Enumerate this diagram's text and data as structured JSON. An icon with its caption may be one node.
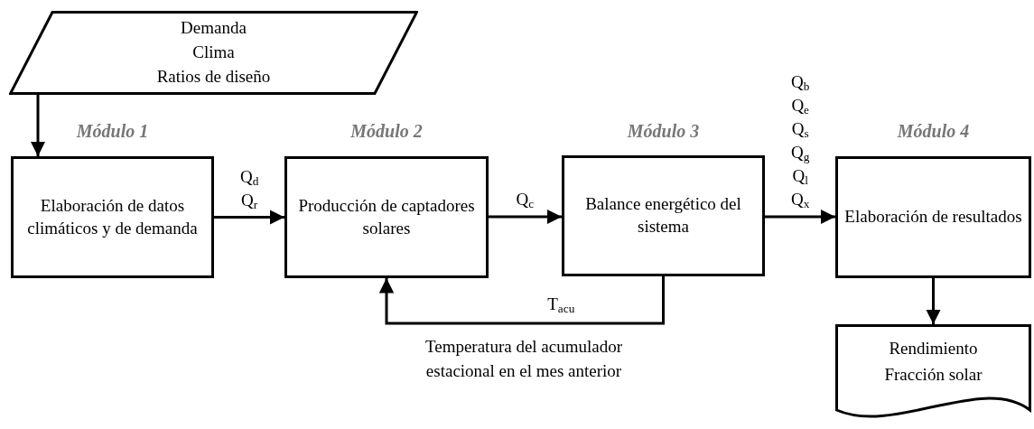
{
  "diagram": {
    "nodes": [
      {
        "text": [
          "Demanda",
          "Clima",
          "Ratios de diseño"
        ]
      },
      {
        "text": [
          "Módulo 1",
          "Elaboración de datos climáticos y de demanda"
        ]
      },
      {
        "text": [
          "Módulo 2",
          "Producción de captadores solares"
        ]
      },
      {
        "text": [
          "Módulo 3",
          "Balance energético del sistema"
        ]
      },
      {
        "text": [
          "Módulo 4",
          "Elaboración de resultados"
        ]
      },
      {
        "text": [
          "Rendimiento",
          "Fracción solar"
        ]
      }
    ],
    "edges": [
      {
        "from": 0,
        "to": 1,
        "arrow": "to"
      },
      {
        "from": 1,
        "to": 2,
        "arrow": "to",
        "label": "Q$_{d}$ Q$_{r}$"
      },
      {
        "from": 2,
        "to": 3,
        "arrow": "to",
        "label": "Q$_{c}$"
      },
      {
        "from": 3,
        "to": 4,
        "arrow": "to",
        "label": "Q$_{b}$ Q$_{e}$ Q$_{s}$ Q$_{g}$ Q$_{l}$ Q$_{x}$"
      },
      {
        "from": 3,
        "to": 2,
        "arrow": "to",
        "label": "T$_{acu}$"
      },
      {
        "from": 4,
        "to": 5,
        "arrow": "to"
      }
    ],
    "labels": [
      "Temperatura del acumulador estacional en el mes anterior"
    ]
  }
}
